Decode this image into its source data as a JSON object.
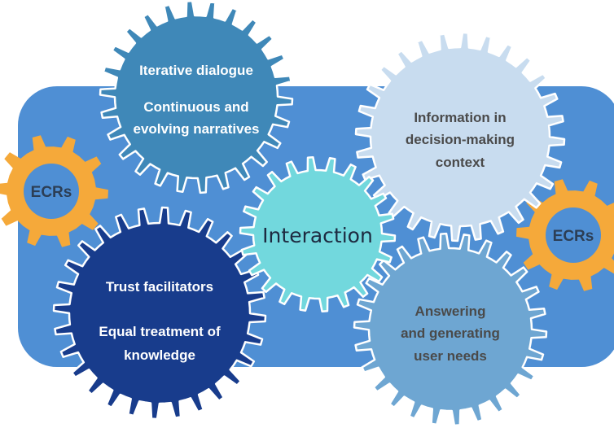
{
  "colors": {
    "panel": "#4f8fd4",
    "gear_outline": "#ffffff",
    "ecr_gear": "#f5a93a",
    "ecr_hole": "#4f8fd4",
    "ecr_text": "#2c3e55",
    "iterative_gear": "#3f88b8",
    "information_gear": "#c8dcef",
    "interaction_gear": "#72d8dd",
    "trust_gear": "#183c8c",
    "answering_gear": "#6ea6d2",
    "light_text": "#ffffff",
    "dark_text": "#4a4a4a",
    "center_text": "#1d2a40"
  },
  "gears": {
    "iterative": {
      "icon": "gear",
      "line1": "Iterative dialogue",
      "line2": "Continuous and",
      "line3": "evolving narratives"
    },
    "information": {
      "icon": "gear",
      "line1": "Information in",
      "line2": "decision-making",
      "line3": "context"
    },
    "interaction": {
      "icon": "gear",
      "label": "Interaction"
    },
    "trust": {
      "icon": "gear",
      "line1": "Trust facilitators",
      "line2": "Equal treatment of",
      "line3": "knowledge"
    },
    "answering": {
      "icon": "gear",
      "line1": "Answering",
      "line2": "and generating",
      "line3": "user needs"
    },
    "ecr_left": {
      "icon": "gear",
      "label": "ECRs"
    },
    "ecr_right": {
      "icon": "gear",
      "label": "ECRs"
    }
  }
}
